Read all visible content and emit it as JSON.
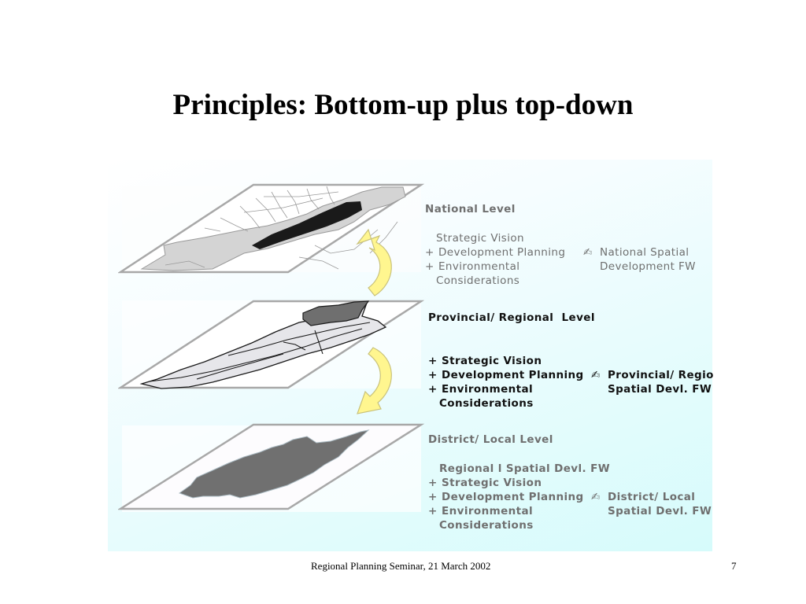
{
  "slide": {
    "title": "Principles: Bottom-up plus top-down",
    "footer_text": "Regional Planning Seminar, 21 March 2002",
    "page_number": "7"
  },
  "levels": [
    {
      "heading": "National Level",
      "lines": [
        {
          "prefix": "",
          "left": "Strategic Vision",
          "arrow": "",
          "right": ""
        },
        {
          "prefix": "+",
          "left": "Development Planning",
          "arrow": "✍",
          "right": "National Spatial"
        },
        {
          "prefix": "+",
          "left": "Environmental",
          "arrow": "",
          "right": "Development FW"
        },
        {
          "prefix": "",
          "left": "Considerations",
          "arrow": "",
          "right": ""
        }
      ],
      "text_color": "#6f6f6f",
      "map_icon": "national-map-icon"
    },
    {
      "heading": "Provincial/ Regional  Level",
      "lines": [
        {
          "prefix": "+",
          "left": "Strategic Vision",
          "arrow": "",
          "right": ""
        },
        {
          "prefix": "+",
          "left": "Development Planning",
          "arrow": "✍",
          "right": "Provincial/ Regio"
        },
        {
          "prefix": "+",
          "left": "Environmental",
          "arrow": "",
          "right": "Spatial Devl. FW"
        },
        {
          "prefix": "",
          "left": "Considerations",
          "arrow": "",
          "right": ""
        }
      ],
      "text_color": "#111111",
      "map_icon": "provincial-map-icon"
    },
    {
      "heading": "District/ Local Level",
      "lines": [
        {
          "prefix": "",
          "left": "Regional l Spatial Devl. FW",
          "arrow": "",
          "right": ""
        },
        {
          "prefix": "+",
          "left": "Strategic Vision",
          "arrow": "",
          "right": ""
        },
        {
          "prefix": "+",
          "left": "Development Planning",
          "arrow": "✍",
          "right": "District/ Local"
        },
        {
          "prefix": "+",
          "left": "Environmental",
          "arrow": "",
          "right": "Spatial Devl. FW"
        },
        {
          "prefix": "",
          "left": "Considerations",
          "arrow": "",
          "right": ""
        }
      ],
      "text_color": "#6f6f6f",
      "map_icon": "district-map-icon"
    }
  ],
  "arrows": [
    {
      "direction": "up",
      "icon": "curved-arrow-up-icon",
      "color": "#fff68f"
    },
    {
      "direction": "down",
      "icon": "curved-arrow-down-icon",
      "color": "#fff68f"
    }
  ],
  "colors": {
    "panel_gradient_start": "#ffffff",
    "panel_gradient_end": "#d6fbfb",
    "plane_border": "#a8a8a8",
    "arrow_fill": "#fff68f",
    "arrow_stroke": "#c9c27a"
  }
}
